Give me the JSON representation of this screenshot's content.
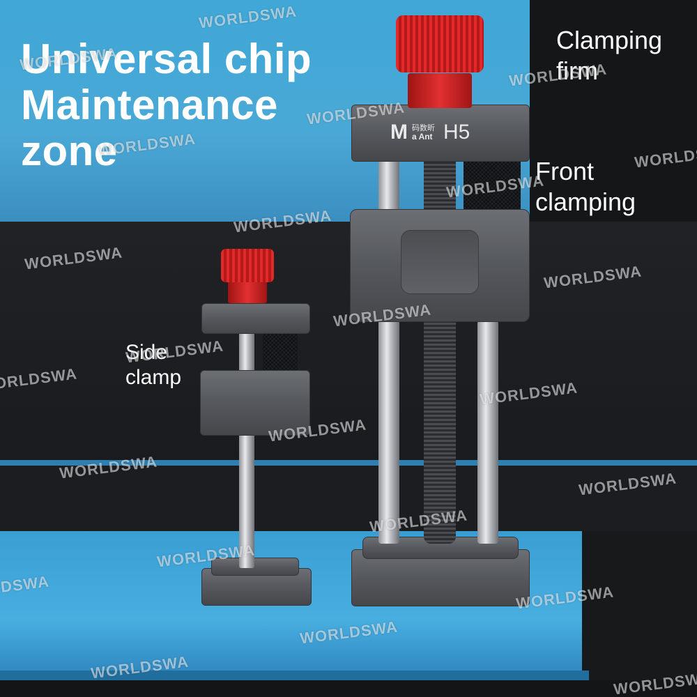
{
  "headline": {
    "line1": "Universal chip",
    "line2": "Maintenance",
    "line3": "zone"
  },
  "callouts": {
    "clamping_firm_1": "Clamping",
    "clamping_firm_2": "firm",
    "front_clamping_1": "Front",
    "front_clamping_2": "clamping",
    "side_clamp_1": "Side",
    "side_clamp_2": "clamp"
  },
  "product": {
    "brand_mark": "M",
    "brand_sub_top": "码数昕",
    "brand_sub_bottom": "a Ant",
    "model": "H5"
  },
  "watermark": "WORLDSWA",
  "colors": {
    "knob_red": "#d92424",
    "table_blue": "#3fa7d6",
    "background_dark": "#1b1c1e",
    "metal_gray": "#5a5d62"
  }
}
